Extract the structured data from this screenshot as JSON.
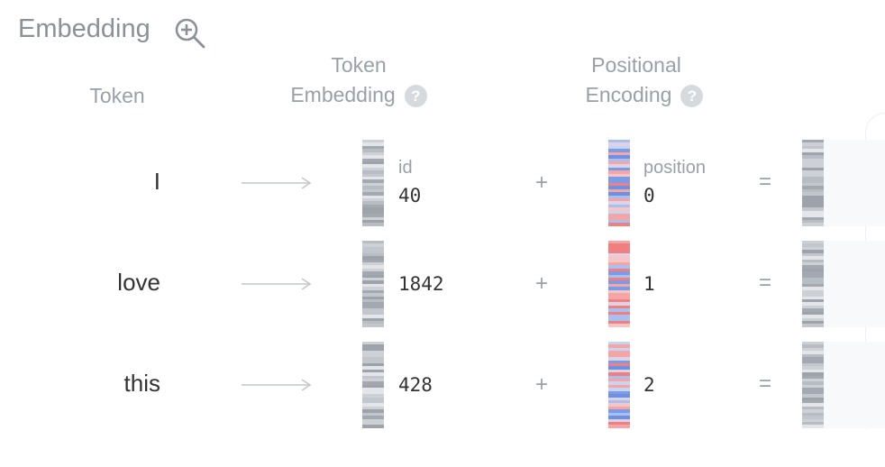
{
  "title": "Embedding",
  "headers": {
    "token": "Token",
    "token_embedding_1": "Token",
    "token_embedding_2": "Embedding",
    "positional_1": "Positional",
    "positional_2": "Encoding",
    "help": "?"
  },
  "labels": {
    "id": "id",
    "position": "position",
    "plus": "+",
    "equals": "="
  },
  "rows": [
    {
      "token": "I",
      "id": "40",
      "position": "0"
    },
    {
      "token": "love",
      "id": "1842",
      "position": "1"
    },
    {
      "token": "this",
      "id": "428",
      "position": "2"
    }
  ]
}
